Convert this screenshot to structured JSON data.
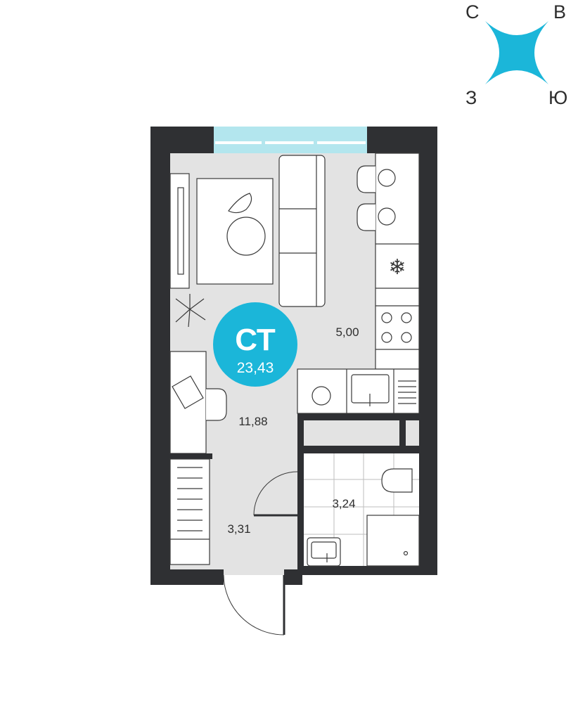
{
  "compass": {
    "north": "С",
    "east": "В",
    "west": "З",
    "south": "Ю"
  },
  "apartment": {
    "type": "СТ",
    "total_area": "23,43"
  },
  "rooms": {
    "kitchen_area": "5,00",
    "living_area": "11,88",
    "hall_area": "3,31",
    "bathroom_area": "3,24"
  },
  "colors": {
    "accent": "#1bb6d9",
    "wall": "#2f3033",
    "floor": "#e3e3e3",
    "window": "#b3e6ee"
  }
}
